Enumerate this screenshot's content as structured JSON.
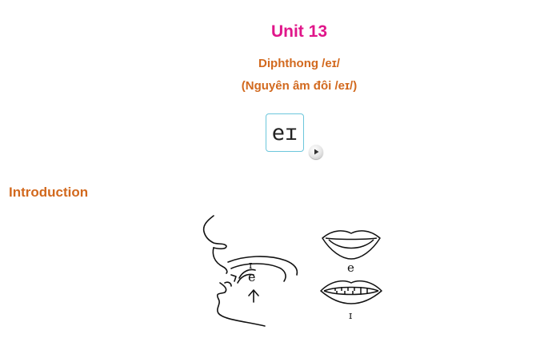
{
  "header": {
    "unit_title": "Unit 13",
    "subtitle_en": "Diphthong /eɪ/",
    "subtitle_vi": "(Nguyên âm đôi /eɪ/)"
  },
  "phoneme": {
    "symbol": "eɪ",
    "play_icon": "play-icon"
  },
  "section": {
    "heading": "Introduction"
  },
  "illustration": {
    "profile_label_start": "e",
    "profile_label_end": "ɪ",
    "mouth_top_label": "e",
    "mouth_bottom_label": "ɪ"
  },
  "colors": {
    "title": "#e0168a",
    "subtitle": "#d2691e",
    "box_border": "#6cc6dc"
  }
}
